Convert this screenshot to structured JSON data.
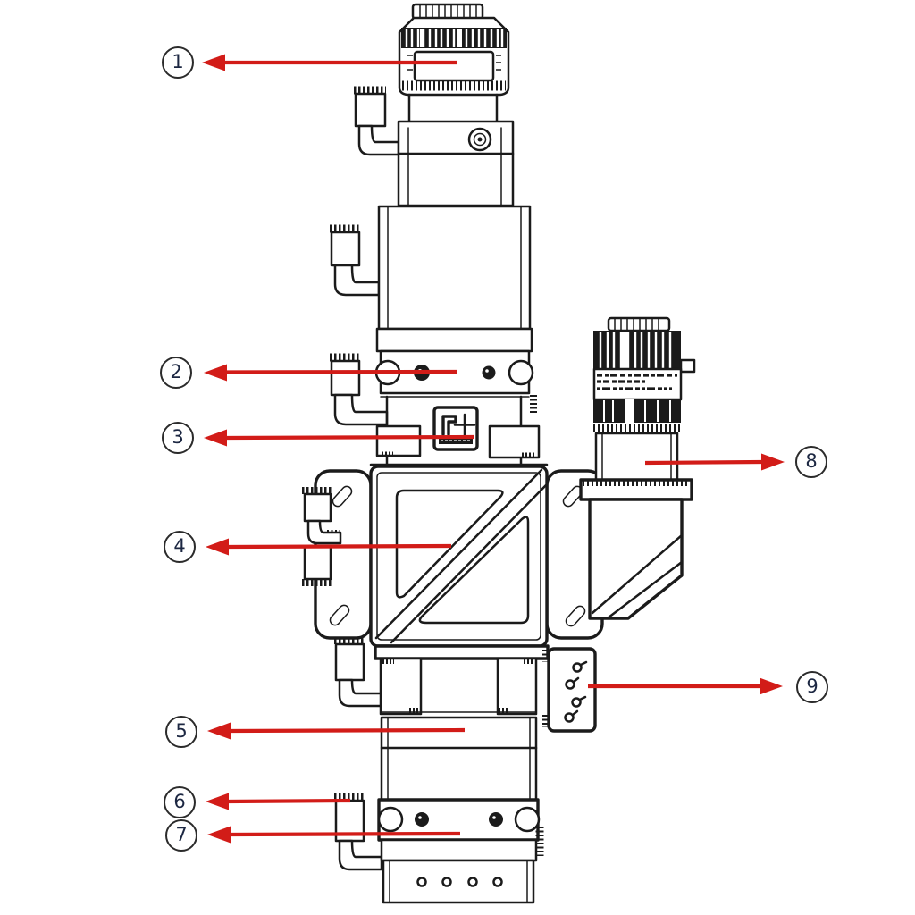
{
  "diagram": {
    "background": "#ffffff",
    "line_color": "#1b1b1b",
    "arrow_color": "#d21c18",
    "number_color": "#1c2742",
    "callouts": [
      {
        "number": "1"
      },
      {
        "number": "2"
      },
      {
        "number": "3"
      },
      {
        "number": "4"
      },
      {
        "number": "5"
      },
      {
        "number": "6"
      },
      {
        "number": "7"
      },
      {
        "number": "8"
      },
      {
        "number": "9"
      }
    ]
  }
}
